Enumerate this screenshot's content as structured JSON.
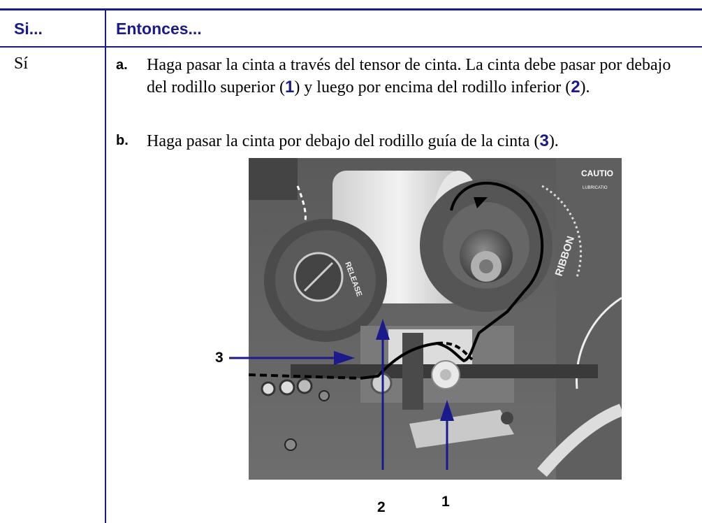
{
  "header": {
    "col1": "Si...",
    "col2": "Entonces..."
  },
  "row": {
    "condition": "Sí",
    "steps": [
      {
        "label": "a.",
        "text_1": "Haga pasar la cinta a través del tensor de cinta. La cinta debe pasar por debajo del rodillo superior (",
        "ref_1": "1",
        "text_2": ") y luego por encima del rodillo inferior (",
        "ref_2": "2",
        "text_3": ")."
      },
      {
        "label": "b.",
        "text_1": "Haga pasar la cinta por debajo del rodillo guía de la cinta (",
        "ref_1": "3",
        "text_2": ")."
      }
    ]
  },
  "figure": {
    "caution_text": "CAUTIO",
    "lubrication_text": "LUBRICATIO",
    "release_text": "RELEASE",
    "ribbon_text": "RIBBON",
    "callouts": [
      "1",
      "2",
      "3"
    ]
  },
  "colors": {
    "accent": "#1a1a8c"
  }
}
